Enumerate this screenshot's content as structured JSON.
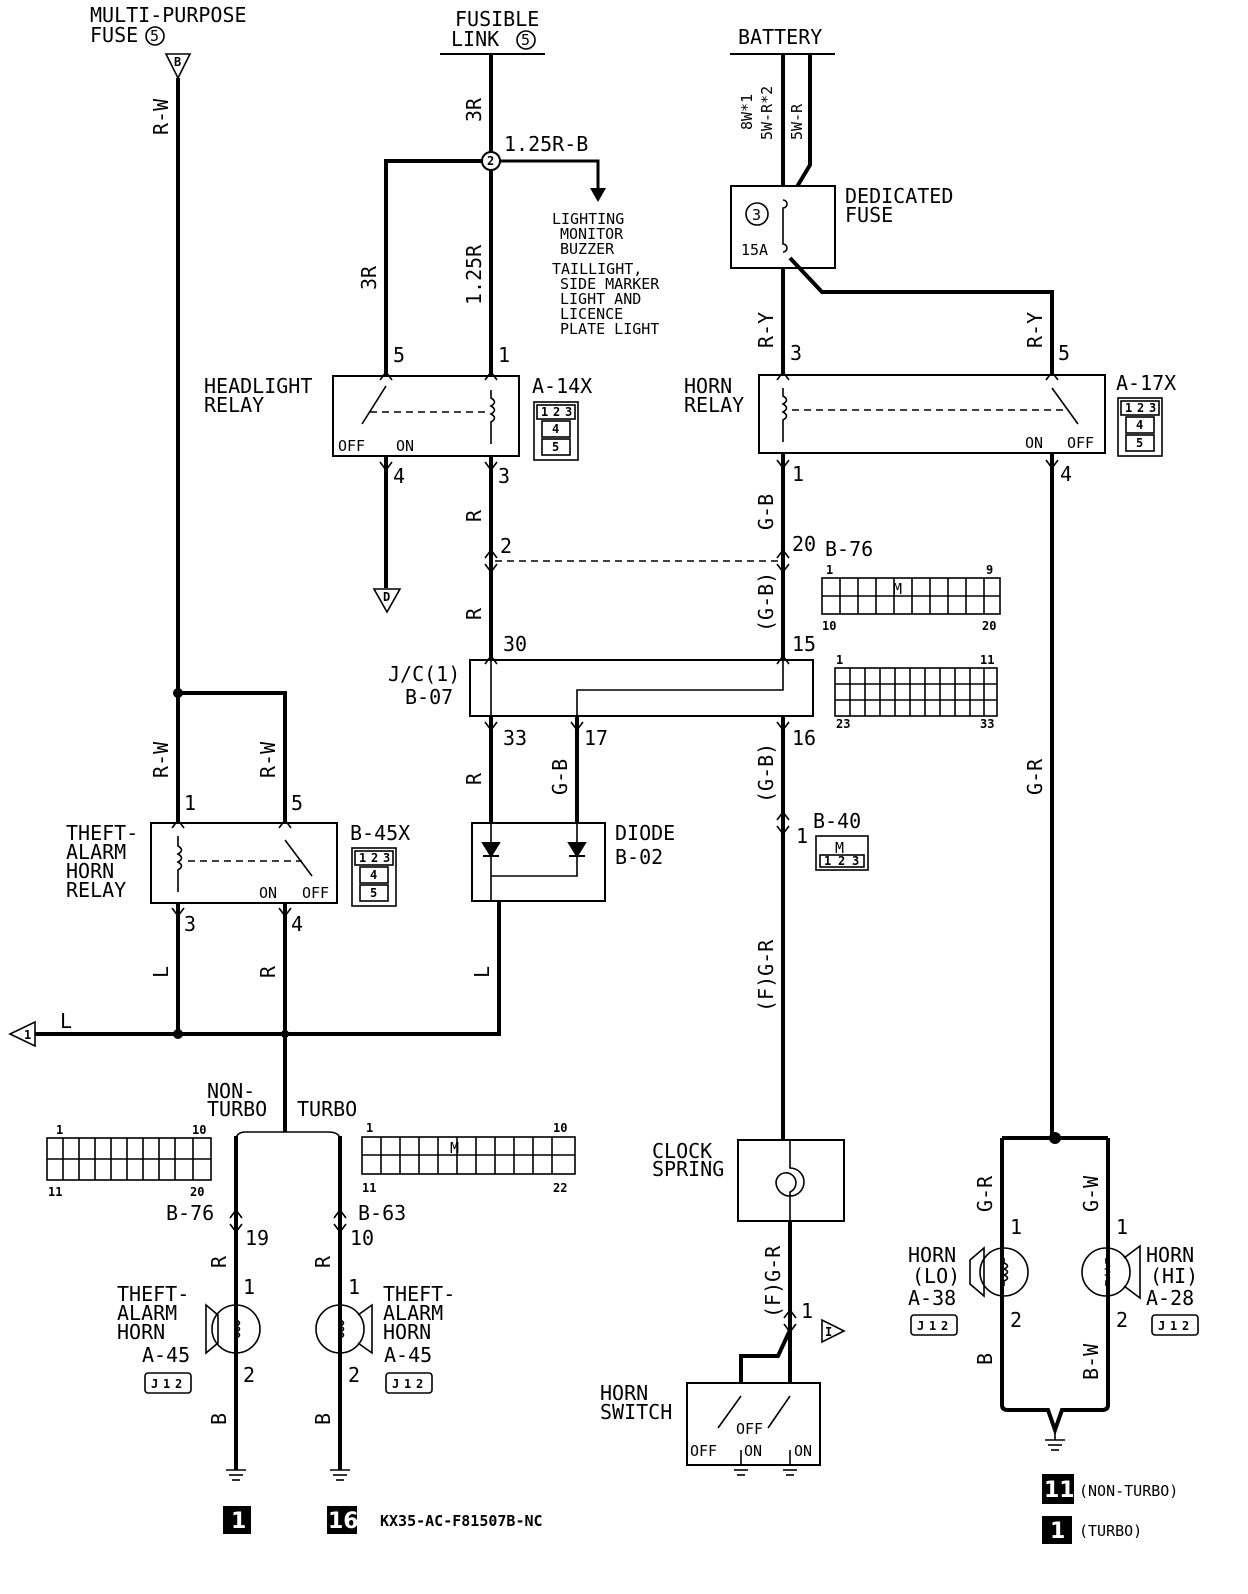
{
  "sources": {
    "multi_purpose_fuse": {
      "line1": "MULTI-PURPOSE",
      "line2": "FUSE",
      "fuse_no": "5",
      "connector": "B"
    },
    "fusible_link": {
      "line1": "FUSIBLE",
      "line2": "LINK",
      "fuse_no": "5"
    },
    "battery": {
      "label": "BATTERY"
    }
  },
  "wires": {
    "rw_main": "R-W",
    "r3": "3R",
    "r125b": "1.25R-B",
    "r3b": "3R",
    "r125": "1.25R",
    "w8": "8W*1",
    "w5r": "5W-R*2",
    "w5r2": "5W-R",
    "ry_l": "R-Y",
    "ry_r": "R-Y",
    "r_a": "R",
    "r_b": "R",
    "gb_a": "G-B",
    "gb_b": "(G-B)",
    "rw_l": "R-W",
    "rw_r": "R-W",
    "r_c": "R",
    "gb_c": "G-B",
    "gb_d": "(G-B)",
    "l_a": "L",
    "r_d": "R",
    "l_b": "L",
    "l_main": "L",
    "gr_main": "G-R",
    "fgr_a": "(F)G-R",
    "fgr_b": "(F)G-R",
    "r_e": "R",
    "r_f": "R",
    "b_a": "B",
    "b_b": "B",
    "gr_h": "G-R",
    "gw_h": "G-W",
    "b_c": "B",
    "bw_h": "B-W"
  },
  "buzzer_note": {
    "arrow_label": "1.25R-B",
    "items": [
      "LIGHTING",
      "MONITOR",
      "BUZZER",
      "TAILLIGHT,",
      "SIDE MARKER",
      "LIGHT AND",
      "LICENCE",
      "PLATE LIGHT"
    ]
  },
  "dedicated_fuse": {
    "line1": "DEDICATED",
    "line2": "FUSE",
    "number": "3",
    "rating": "15A"
  },
  "headlight_relay": {
    "line1": "HEADLIGHT",
    "line2": "RELAY",
    "connector": "A-14X",
    "pins": {
      "p5": "5",
      "p1": "1",
      "p4": "4",
      "p3": "3"
    },
    "off": "OFF",
    "on": "ON",
    "d_conn": "D"
  },
  "horn_relay": {
    "line1": "HORN",
    "line2": "RELAY",
    "connector": "A-17X",
    "pins": {
      "p3": "3",
      "p5": "5",
      "p1": "1",
      "p4": "4"
    },
    "on": "ON",
    "off": "OFF"
  },
  "connector_b76_top": {
    "id": "B-76",
    "pin_tl": "1",
    "pin_tr": "9",
    "pin_bl": "10",
    "pin_br": "20",
    "pin_r": "2",
    "pin_gb": "20"
  },
  "jc": {
    "line1": "J/C(1)",
    "line2": "B-07",
    "pins": {
      "p30": "30",
      "p15": "15",
      "p33": "33",
      "p17": "17",
      "p16": "16"
    },
    "grid": {
      "tl": "1",
      "tr": "11",
      "bl": "23",
      "br": "33"
    }
  },
  "theft_relay": {
    "line1": "THEFT-",
    "line2": "ALARM",
    "line3": "HORN",
    "line4": "RELAY",
    "connector": "B-45X",
    "pins": {
      "p1": "1",
      "p5": "5",
      "p3": "3",
      "p4": "4"
    },
    "on": "ON",
    "off": "OFF"
  },
  "diode": {
    "line1": "DIODE",
    "line2": "B-02"
  },
  "b40": {
    "id": "B-40",
    "pin": "1"
  },
  "connector_1": {
    "label": "1"
  },
  "turbo_split": {
    "nonturbo_1": "NON-",
    "nonturbo_2": "TURBO",
    "turbo": "TURBO"
  },
  "connector_b76_bottom": {
    "id": "B-76",
    "pin_tl": "1",
    "pin_tr": "10",
    "pin_bl": "11",
    "pin_br": "20",
    "pin": "19"
  },
  "connector_b63": {
    "id": "B-63",
    "pin_tl": "1",
    "pin_tr": "10",
    "pin_bl": "11",
    "pin_br": "22",
    "pin": "10"
  },
  "theft_horn_a": {
    "line1": "THEFT-",
    "line2": "ALARM",
    "line3": "HORN",
    "connector": "A-45",
    "p1": "1",
    "p2": "2"
  },
  "theft_horn_b": {
    "line1": "THEFT-",
    "line2": "ALARM",
    "line3": "HORN",
    "connector": "A-45",
    "p1": "1",
    "p2": "2"
  },
  "clock_spring": {
    "line1": "CLOCK",
    "line2": "SPRING"
  },
  "horn_switch": {
    "line1": "HORN",
    "line2": "SWITCH",
    "off1": "OFF",
    "off2": "OFF",
    "on1": "ON",
    "on2": "ON",
    "pin": "1",
    "connector": "I"
  },
  "horn_lo": {
    "line1": "HORN",
    "line2": "(LO)",
    "connector": "A-38",
    "p1": "1",
    "p2": "2"
  },
  "horn_hi": {
    "line1": "HORN",
    "line2": "(HI)",
    "connector": "A-28",
    "p1": "1",
    "p2": "2"
  },
  "grounds": {
    "g1": "1",
    "g16": "16",
    "g11": "11",
    "g1b": "1",
    "nonturbo": "(NON-TURBO)",
    "turbo": "(TURBO)"
  },
  "code": "KX35-AC-F81507B-NC",
  "mini_conn": {
    "a": "1",
    "b": "2",
    "c": "3",
    "d": "4",
    "e": "5",
    "f": "1",
    "g": "2",
    "h": "3",
    "m": "M",
    "j1": "J",
    "j2": "1",
    "j3": "2"
  }
}
